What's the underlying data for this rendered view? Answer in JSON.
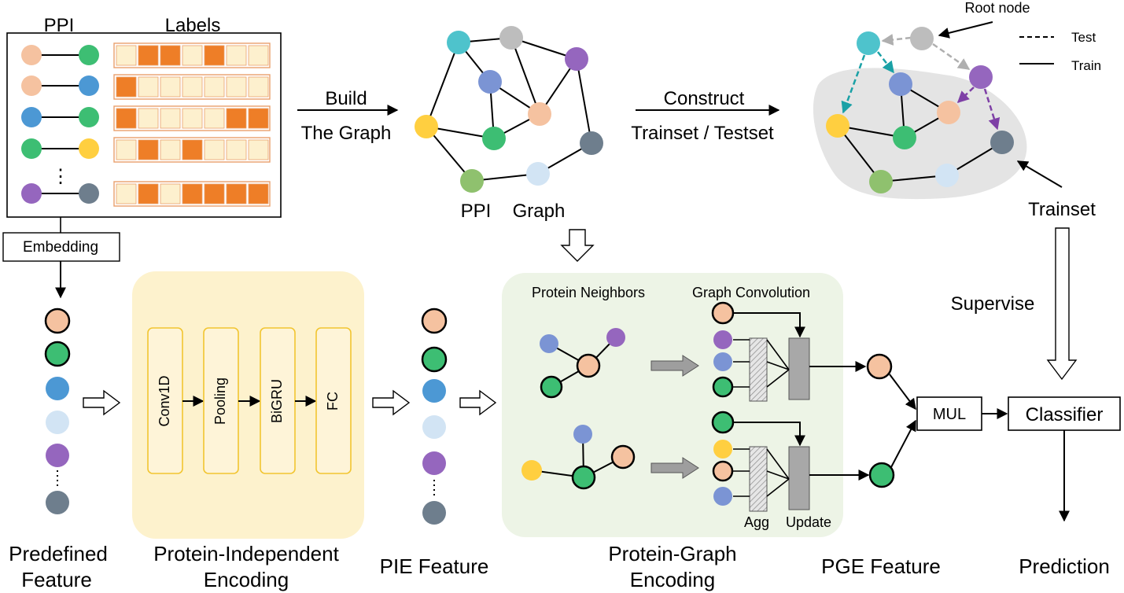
{
  "colors": {
    "peach": "#F5C2A0",
    "green": "#3DBE73",
    "blue": "#4C98D4",
    "lightblue": "#D2E4F4",
    "purple": "#9566BE",
    "slate": "#6E7E8D",
    "teal": "#4EC3CC",
    "gray": "#BDBDBD",
    "yellow": "#FFCF40",
    "softgreen": "#8FC16E",
    "periwinkle": "#7B94D4",
    "label_on": "#EE7E27",
    "label_off": "#FDF0CE",
    "pie_panel": "#FDF2CD",
    "pge_panel": "#EDF4E6",
    "test_teal": "#1AA1A6",
    "test_purple": "#7E3FA6"
  },
  "ppi_panel": {
    "title": "PPI",
    "labels_title": "Labels",
    "ellipsis": "⋮",
    "label_rows": [
      [
        0,
        1,
        1,
        0,
        1,
        0,
        0
      ],
      [
        1,
        0,
        0,
        0,
        0,
        0,
        0
      ],
      [
        1,
        0,
        0,
        0,
        0,
        1,
        1
      ],
      [
        0,
        1,
        0,
        1,
        0,
        0,
        0
      ],
      [
        0,
        1,
        0,
        1,
        1,
        1,
        1
      ]
    ]
  },
  "build": {
    "line1": "Build",
    "line2": "The Graph"
  },
  "ppi_graph": {
    "label_left": "PPI",
    "label_right": "Graph"
  },
  "construct": {
    "line1": "Construct",
    "line2": "Trainset  / Testset"
  },
  "legend": {
    "test": "Test",
    "train": "Train"
  },
  "annotations": {
    "root_node": "Root node",
    "trainset": "Trainset"
  },
  "embedding_label": "Embedding",
  "pie_blocks": [
    "Conv1D",
    "Pooling",
    "BiGRU",
    "FC"
  ],
  "protein_neighbors": "Protein Neighbors",
  "graph_convolution": "Graph Convolution",
  "agg": "Agg",
  "update": "Update",
  "supervise": "Supervise",
  "mul": "MUL",
  "classifier": "Classifier",
  "bottom_labels": {
    "predefined_1": "Predefined",
    "predefined_2": "Feature",
    "pie_encoding_1": "Protein-Independent",
    "pie_encoding_2": "Encoding",
    "pie_feature": "PIE Feature",
    "pge_encoding_1": "Protein-Graph",
    "pge_encoding_2": "Encoding",
    "pge_feature": "PGE Feature",
    "prediction": "Prediction"
  }
}
